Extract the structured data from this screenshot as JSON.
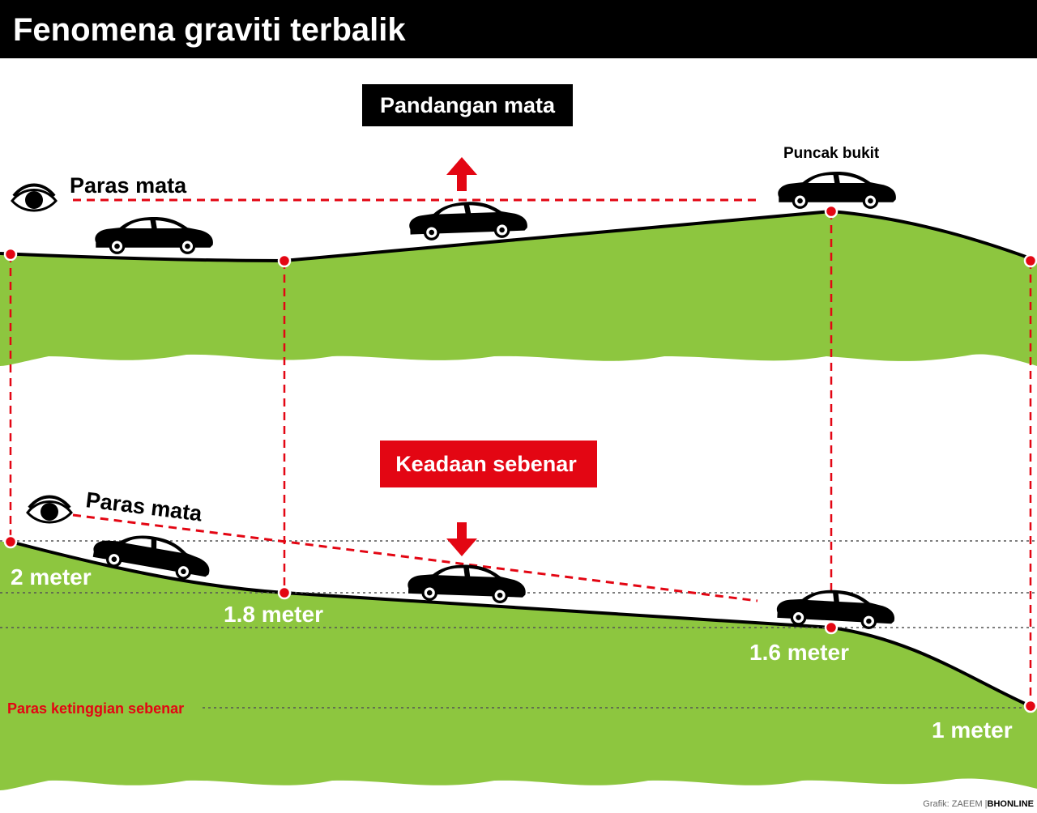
{
  "header": {
    "title": "Fenomena graviti terbalik"
  },
  "top_panel": {
    "label": "Pandangan mata",
    "eye_level_label": "Paras mata",
    "peak_label": "Puncak bukit"
  },
  "bottom_panel": {
    "label": "Keadaan sebenar",
    "eye_level_label": "Paras mata",
    "actual_height_label": "Paras ketinggian sebenar",
    "heights": [
      "2 meter",
      "1.8 meter",
      "1.6 meter",
      "1 meter"
    ]
  },
  "credit": {
    "prefix": "Grafik: ZAEEM |",
    "brand": "BHONLINE"
  },
  "colors": {
    "header_bg": "#000000",
    "ground": "#8dc63f",
    "accent_red": "#e30613",
    "line": "#000000"
  },
  "icons": {
    "eye": "eye-icon",
    "arrow_up": "arrow-up-icon",
    "arrow_down": "arrow-down-icon",
    "car": "car-icon"
  }
}
